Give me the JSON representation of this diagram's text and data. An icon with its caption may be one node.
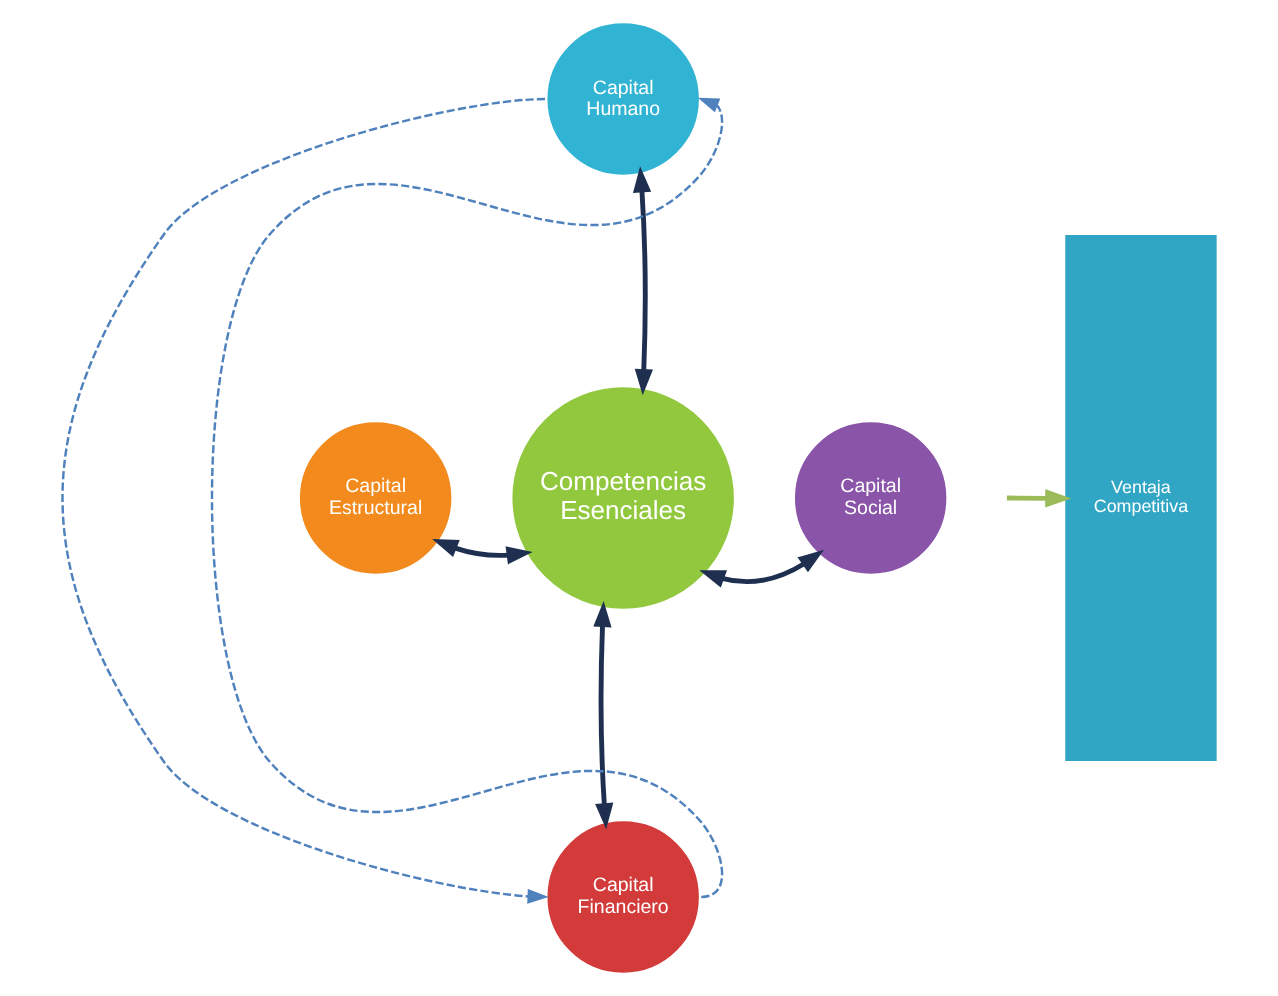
{
  "diagram": {
    "nodes": [
      {
        "text": [
          "Capital Humano"
        ]
      },
      {
        "text": [
          "Capital Estructural"
        ]
      },
      {
        "text": [
          "Competencias Esenciales"
        ]
      },
      {
        "text": [
          "Capital Social"
        ]
      },
      {
        "text": [
          "Capital Financiero"
        ]
      },
      {
        "text": [
          "Ventaja Competitiva"
        ]
      }
    ],
    "edges": [
      {
        "from": 2,
        "to": 0,
        "arrow": "both",
        "color": "#1f2f4f"
      },
      {
        "from": 2,
        "to": 1,
        "arrow": "both",
        "color": "#1f2f4f"
      },
      {
        "from": 2,
        "to": 3,
        "arrow": "both",
        "color": "#1f2f4f"
      },
      {
        "from": 2,
        "to": 4,
        "arrow": "both",
        "color": "#1f2f4f"
      },
      {
        "from": 0,
        "to": 4,
        "arrow": "to",
        "style": "dashed",
        "color": "#4f81bd"
      },
      {
        "from": 4,
        "to": 0,
        "arrow": "to",
        "style": "dashed",
        "color": "#4f81bd"
      },
      {
        "from": null,
        "to": 5,
        "arrow": "to",
        "color": "#9bbb59"
      }
    ]
  }
}
